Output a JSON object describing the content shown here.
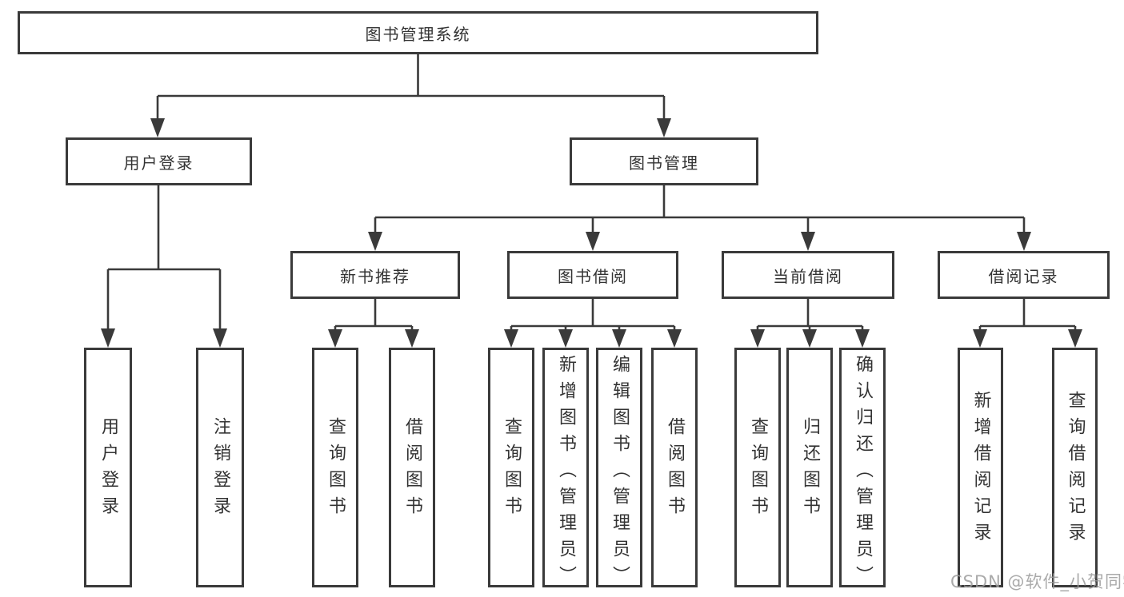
{
  "tree": {
    "root": {
      "label": "图书管理系统",
      "children": [
        {
          "label": "用户登录",
          "children": [
            {
              "label": "用户登录"
            },
            {
              "label": "注销登录"
            }
          ]
        },
        {
          "label": "图书管理",
          "children": [
            {
              "label": "新书推荐",
              "children": [
                {
                  "label": "查询图书"
                },
                {
                  "label": "借阅图书"
                }
              ]
            },
            {
              "label": "图书借阅",
              "children": [
                {
                  "label": "查询图书"
                },
                {
                  "label": "新增图书（管理员）"
                },
                {
                  "label": "编辑图书（管理员）"
                },
                {
                  "label": "借阅图书"
                }
              ]
            },
            {
              "label": "当前借阅",
              "children": [
                {
                  "label": "查询图书"
                },
                {
                  "label": "归还图书"
                },
                {
                  "label": "确认归还（管理员）"
                }
              ]
            },
            {
              "label": "借阅记录",
              "children": [
                {
                  "label": "新增借阅记录"
                },
                {
                  "label": "查询借阅记录"
                }
              ]
            }
          ]
        }
      ]
    }
  },
  "watermark": {
    "text": "CSDN @软件_小贺同学"
  },
  "colors": {
    "line": "#3a3a3a",
    "text": "#333333",
    "watermark": "#9c9c9c"
  }
}
